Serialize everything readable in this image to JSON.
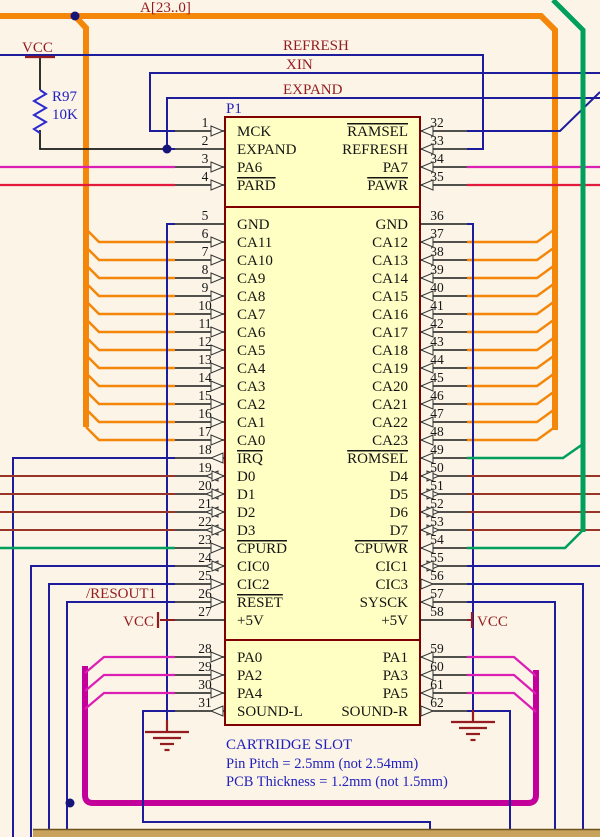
{
  "colors": {
    "bg": "#FBF4E7",
    "navy": "#1C1C9C",
    "orange": "#F4860A",
    "green": "#00A05C",
    "magenta": "#DC1EB4",
    "magentabus": "#C4009B",
    "red": "#E31A3C",
    "brown": "#993528",
    "darkred": "#941B1E",
    "textblue": "#2121BC",
    "chipfill": "#FFFFC4",
    "chipborder": "#800000",
    "dot": "#16167A",
    "resistor": "#2B2BD0",
    "tanbar": "#C9A35B",
    "tanedge": "#6E531F"
  },
  "net_labels": [
    {
      "id": "a_bus",
      "text": "A[23..0]"
    },
    {
      "id": "refresh",
      "text": "REFRESH"
    },
    {
      "id": "xin",
      "text": "XIN"
    },
    {
      "id": "expand",
      "text": "EXPAND"
    },
    {
      "id": "resout1",
      "text": "/RESOUT1"
    },
    {
      "id": "vcc_top",
      "text": "VCC"
    },
    {
      "id": "vcc_left",
      "text": "VCC"
    },
    {
      "id": "vcc_right",
      "text": "VCC"
    },
    {
      "id": "r97_ref",
      "text": "R97"
    },
    {
      "id": "r97_val",
      "text": "10K"
    },
    {
      "id": "p1",
      "text": "P1"
    },
    {
      "id": "slot_title",
      "text": "CARTRIDGE SLOT"
    },
    {
      "id": "note1",
      "text": "Pin Pitch = 2.5mm (not 2.54mm)"
    },
    {
      "id": "note2",
      "text": "PCB Thickness = 1.2mm (not 1.5mm)"
    }
  ],
  "resistor": {
    "ref": "R97",
    "value": "10K"
  },
  "connector": {
    "designator": "P1",
    "title": "CARTRIDGE SLOT",
    "notes": [
      "Pin Pitch = 2.5mm (not 2.54mm)",
      "PCB Thickness = 1.2mm (not 1.5mm)"
    ],
    "pins": [
      {
        "n": 1,
        "name": "MCK",
        "bar": 0,
        "dir": "in"
      },
      {
        "n": 2,
        "name": "EXPAND",
        "bar": 0,
        "dir": "none"
      },
      {
        "n": 3,
        "name": "PA6",
        "bar": 0,
        "dir": "in"
      },
      {
        "n": 4,
        "name": "PARD",
        "bar": 1,
        "dir": "in"
      },
      {
        "n": 5,
        "name": "GND",
        "bar": 0,
        "dir": "none"
      },
      {
        "n": 6,
        "name": "CA11",
        "bar": 0,
        "dir": "in"
      },
      {
        "n": 7,
        "name": "CA10",
        "bar": 0,
        "dir": "in"
      },
      {
        "n": 8,
        "name": "CA9",
        "bar": 0,
        "dir": "in"
      },
      {
        "n": 9,
        "name": "CA8",
        "bar": 0,
        "dir": "in"
      },
      {
        "n": 10,
        "name": "CA7",
        "bar": 0,
        "dir": "in"
      },
      {
        "n": 11,
        "name": "CA6",
        "bar": 0,
        "dir": "in"
      },
      {
        "n": 12,
        "name": "CA5",
        "bar": 0,
        "dir": "in"
      },
      {
        "n": 13,
        "name": "CA4",
        "bar": 0,
        "dir": "in"
      },
      {
        "n": 14,
        "name": "CA3",
        "bar": 0,
        "dir": "in"
      },
      {
        "n": 15,
        "name": "CA2",
        "bar": 0,
        "dir": "in"
      },
      {
        "n": 16,
        "name": "CA1",
        "bar": 0,
        "dir": "in"
      },
      {
        "n": 17,
        "name": "CA0",
        "bar": 0,
        "dir": "in"
      },
      {
        "n": 18,
        "name": "IRQ",
        "bar": 1,
        "dir": "out"
      },
      {
        "n": 19,
        "name": "D0",
        "bar": 0,
        "dir": "bi"
      },
      {
        "n": 20,
        "name": "D1",
        "bar": 0,
        "dir": "bi"
      },
      {
        "n": 21,
        "name": "D2",
        "bar": 0,
        "dir": "bi"
      },
      {
        "n": 22,
        "name": "D3",
        "bar": 0,
        "dir": "bi"
      },
      {
        "n": 23,
        "name": "CPURD",
        "bar": 1,
        "dir": "in"
      },
      {
        "n": 24,
        "name": "CIC0",
        "bar": 0,
        "dir": "bi"
      },
      {
        "n": 25,
        "name": "CIC2",
        "bar": 0,
        "dir": "in"
      },
      {
        "n": 26,
        "name": "RESET",
        "bar": 1,
        "dir": "in"
      },
      {
        "n": 27,
        "name": "+5V",
        "bar": 0,
        "dir": "none"
      },
      {
        "n": 28,
        "name": "PA0",
        "bar": 0,
        "dir": "in"
      },
      {
        "n": 29,
        "name": "PA2",
        "bar": 0,
        "dir": "in"
      },
      {
        "n": 30,
        "name": "PA4",
        "bar": 0,
        "dir": "in"
      },
      {
        "n": 31,
        "name": "SOUND-L",
        "bar": 0,
        "dir": "out"
      },
      {
        "n": 32,
        "name": "RAMSEL",
        "bar": 1,
        "dir": "in"
      },
      {
        "n": 33,
        "name": "REFRESH",
        "bar": 0,
        "dir": "in"
      },
      {
        "n": 34,
        "name": "PA7",
        "bar": 0,
        "dir": "in"
      },
      {
        "n": 35,
        "name": "PAWR",
        "bar": 1,
        "dir": "in"
      },
      {
        "n": 36,
        "name": "GND",
        "bar": 0,
        "dir": "none"
      },
      {
        "n": 37,
        "name": "CA12",
        "bar": 0,
        "dir": "in"
      },
      {
        "n": 38,
        "name": "CA13",
        "bar": 0,
        "dir": "in"
      },
      {
        "n": 39,
        "name": "CA14",
        "bar": 0,
        "dir": "in"
      },
      {
        "n": 40,
        "name": "CA15",
        "bar": 0,
        "dir": "in"
      },
      {
        "n": 41,
        "name": "CA16",
        "bar": 0,
        "dir": "in"
      },
      {
        "n": 42,
        "name": "CA17",
        "bar": 0,
        "dir": "in"
      },
      {
        "n": 43,
        "name": "CA18",
        "bar": 0,
        "dir": "in"
      },
      {
        "n": 44,
        "name": "CA19",
        "bar": 0,
        "dir": "in"
      },
      {
        "n": 45,
        "name": "CA20",
        "bar": 0,
        "dir": "in"
      },
      {
        "n": 46,
        "name": "CA21",
        "bar": 0,
        "dir": "in"
      },
      {
        "n": 47,
        "name": "CA22",
        "bar": 0,
        "dir": "in"
      },
      {
        "n": 48,
        "name": "CA23",
        "bar": 0,
        "dir": "in"
      },
      {
        "n": 49,
        "name": "ROMSEL",
        "bar": 1,
        "dir": "in"
      },
      {
        "n": 50,
        "name": "D4",
        "bar": 0,
        "dir": "bi"
      },
      {
        "n": 51,
        "name": "D5",
        "bar": 0,
        "dir": "bi"
      },
      {
        "n": 52,
        "name": "D6",
        "bar": 0,
        "dir": "bi"
      },
      {
        "n": 53,
        "name": "D7",
        "bar": 0,
        "dir": "bi"
      },
      {
        "n": 54,
        "name": "CPUWR",
        "bar": 1,
        "dir": "in"
      },
      {
        "n": 55,
        "name": "CIC1",
        "bar": 0,
        "dir": "bi"
      },
      {
        "n": 56,
        "name": "CIC3",
        "bar": 0,
        "dir": "out"
      },
      {
        "n": 57,
        "name": "SYSCK",
        "bar": 0,
        "dir": "in"
      },
      {
        "n": 58,
        "name": "+5V",
        "bar": 0,
        "dir": "none"
      },
      {
        "n": 59,
        "name": "PA1",
        "bar": 0,
        "dir": "in"
      },
      {
        "n": 60,
        "name": "PA3",
        "bar": 0,
        "dir": "in"
      },
      {
        "n": 61,
        "name": "PA5",
        "bar": 0,
        "dir": "in"
      },
      {
        "n": 62,
        "name": "SOUND-R",
        "bar": 0,
        "dir": "out"
      }
    ]
  }
}
